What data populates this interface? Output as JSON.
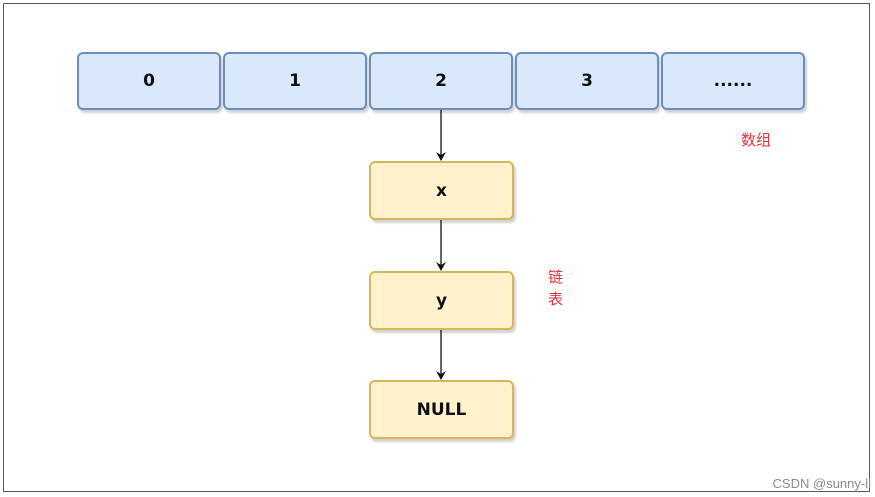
{
  "array": {
    "cells": [
      "0",
      "1",
      "2",
      "3",
      "......"
    ],
    "label": "数组",
    "fill_color": "#dae8fc",
    "stroke_color": "#6c8ebf"
  },
  "linked_list": {
    "nodes": [
      "x",
      "y",
      "NULL"
    ],
    "label": "链表",
    "fill_color": "#fff2cc",
    "stroke_color": "#d6b656"
  },
  "label_color": "#e8323c",
  "watermark": "CSDN @sunny-ll"
}
